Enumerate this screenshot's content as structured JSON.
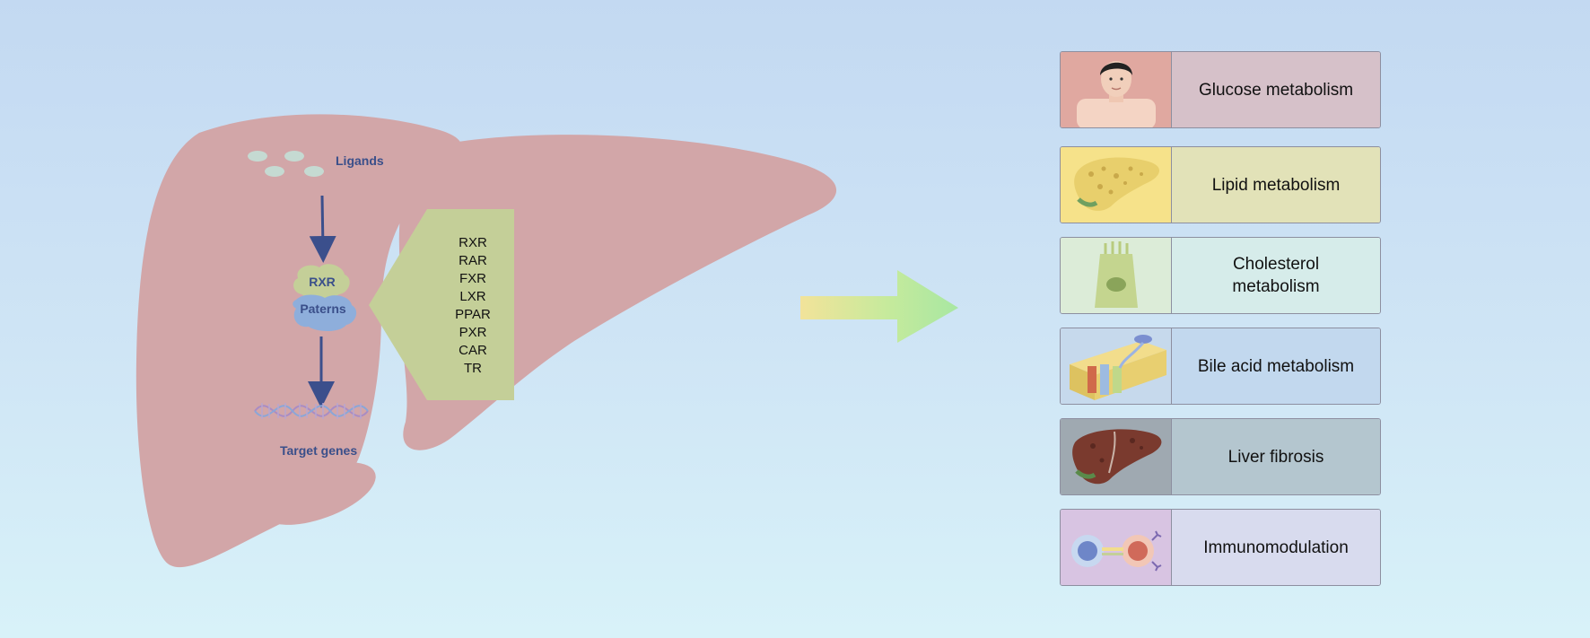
{
  "left_panel": {
    "ligands_label": "Ligands",
    "rxr_label": "RXR",
    "paterns_label": "Paterns",
    "target_genes_label": "Target genes",
    "receptors": [
      "RXR",
      "RAR",
      "FXR",
      "LXR",
      "PPAR",
      "PXR",
      "CAR",
      "TR"
    ]
  },
  "outcomes": [
    {
      "label": "Glucose metabolism",
      "icon": "person-icon",
      "thumb_color": "#e0a8a0",
      "label_color": "#d6c1c9"
    },
    {
      "label": "Lipid  metabolism",
      "icon": "fatty-liver-icon",
      "thumb_color": "#f6e28a",
      "label_color": "#e2e2b8"
    },
    {
      "label": "Cholesterol\nmetabolism",
      "icon": "cell-icon",
      "thumb_color": "#dcecd8",
      "label_color": "#d6ecea"
    },
    {
      "label": "Bile acid metabolism",
      "icon": "membrane-icon",
      "thumb_color": "#c6d9ec",
      "label_color": "#c2d8ee"
    },
    {
      "label": "Liver fibrosis",
      "icon": "fibrotic-liver-icon",
      "thumb_color": "#9fa9b1",
      "label_color": "#b4c6cf"
    },
    {
      "label": "Immunomodulation",
      "icon": "immune-cells-icon",
      "thumb_color": "#d8c4e2",
      "label_color": "#d8dbee"
    }
  ],
  "colors": {
    "liver": "#d2a6a8",
    "receptor_panel": "#c4cf98",
    "arrow": "#3b4f8c"
  }
}
